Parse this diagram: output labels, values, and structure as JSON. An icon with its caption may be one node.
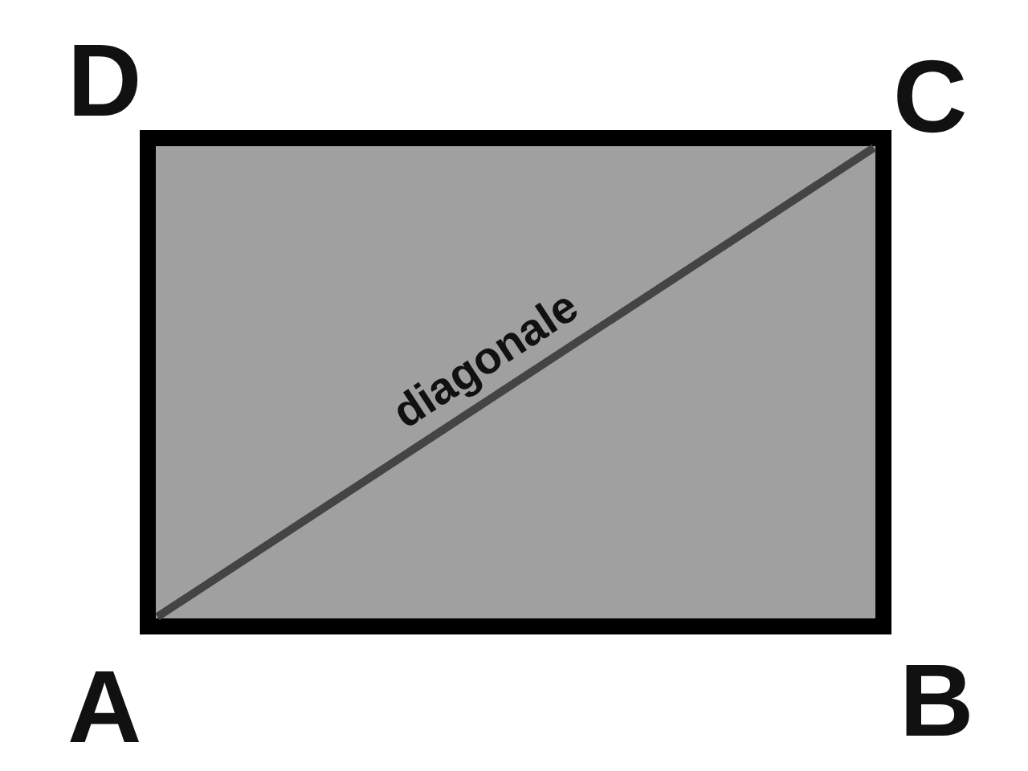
{
  "diagram": {
    "labels": [
      "D",
      "C",
      "diagonale",
      "A",
      "B"
    ]
  }
}
